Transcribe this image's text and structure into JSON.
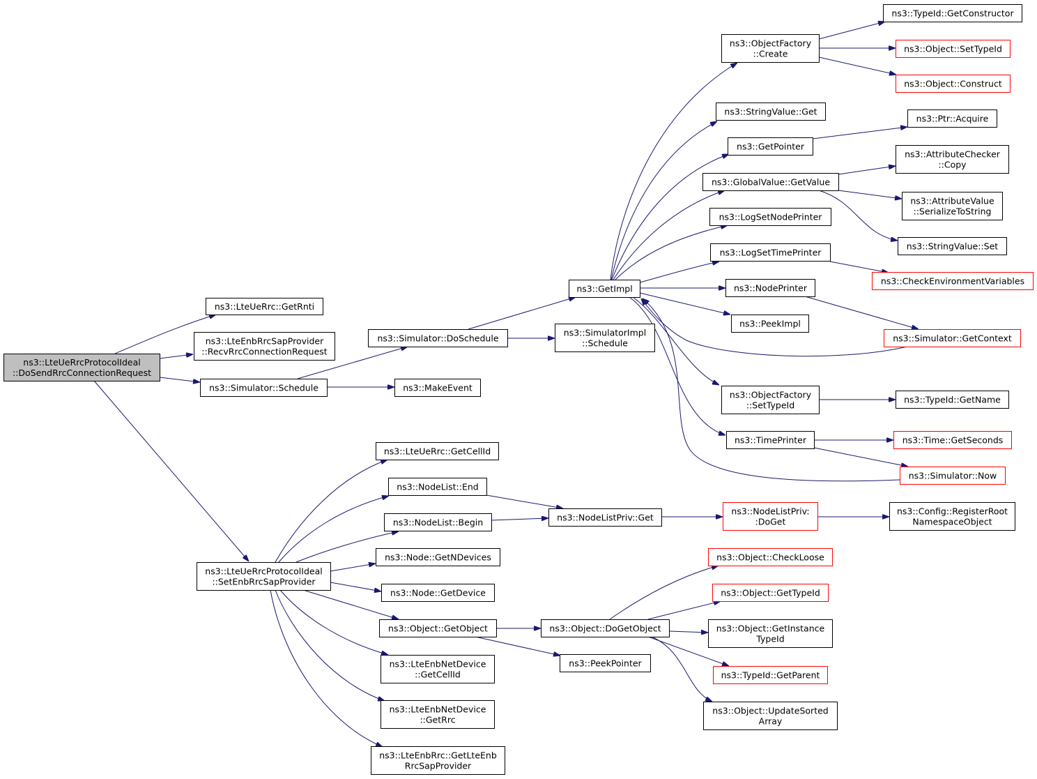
{
  "colors": {
    "edge": "#191970",
    "node_border": "#000000",
    "node_fill": "#ffffff",
    "background": "#ffffff"
  },
  "nodes": [
    {
      "label": [
        "ns3::LteUeRrcProtocolIdeal",
        "::DoSendRrcConnectionRequest"
      ],
      "fill": "#bfbfbf"
    },
    {
      "label": [
        "ns3::LteUeRrc::GetRnti"
      ]
    },
    {
      "label": [
        "ns3::LteEnbRrcSapProvider",
        "::RecvRrcConnectionRequest"
      ]
    },
    {
      "label": [
        "ns3::Simulator::Schedule"
      ]
    },
    {
      "label": [
        "ns3::LteUeRrcProtocolIdeal",
        "::SetEnbRrcSapProvider"
      ]
    },
    {
      "label": [
        "ns3::Simulator::DoSchedule"
      ]
    },
    {
      "label": [
        "ns3::MakeEvent"
      ]
    },
    {
      "label": [
        "ns3::GetImpl"
      ]
    },
    {
      "label": [
        "ns3::SimulatorImpl",
        "::Schedule"
      ]
    },
    {
      "label": [
        "ns3::ObjectFactory",
        "::Create"
      ]
    },
    {
      "label": [
        "ns3::StringValue::Get"
      ]
    },
    {
      "label": [
        "ns3::GetPointer"
      ]
    },
    {
      "label": [
        "ns3::GlobalValue::GetValue"
      ]
    },
    {
      "label": [
        "ns3::LogSetNodePrinter"
      ]
    },
    {
      "label": [
        "ns3::LogSetTimePrinter"
      ]
    },
    {
      "label": [
        "ns3::NodePrinter"
      ]
    },
    {
      "label": [
        "ns3::PeekImpl"
      ]
    },
    {
      "label": [
        "ns3::ObjectFactory",
        "::SetTypeId"
      ]
    },
    {
      "label": [
        "ns3::TimePrinter"
      ]
    },
    {
      "label": [
        "ns3::TypeId::GetConstructor"
      ]
    },
    {
      "label": [
        "ns3::Object::SetTypeId"
      ],
      "border": "#ff0000"
    },
    {
      "label": [
        "ns3::Object::Construct"
      ],
      "border": "#ff0000"
    },
    {
      "label": [
        "ns3::Ptr::Acquire"
      ]
    },
    {
      "label": [
        "ns3::AttributeChecker",
        "::Copy"
      ]
    },
    {
      "label": [
        "ns3::AttributeValue",
        "::SerializeToString"
      ]
    },
    {
      "label": [
        "ns3::StringValue::Set"
      ]
    },
    {
      "label": [
        "ns3::CheckEnvironmentVariables"
      ],
      "border": "#ff0000"
    },
    {
      "label": [
        "ns3::Simulator::GetContext"
      ],
      "border": "#ff0000"
    },
    {
      "label": [
        "ns3::TypeId::GetName"
      ]
    },
    {
      "label": [
        "ns3::Time::GetSeconds"
      ],
      "border": "#ff0000"
    },
    {
      "label": [
        "ns3::Simulator::Now"
      ],
      "border": "#ff0000"
    },
    {
      "label": [
        "ns3::LteUeRrc::GetCellId"
      ]
    },
    {
      "label": [
        "ns3::NodeList::End"
      ]
    },
    {
      "label": [
        "ns3::NodeList::Begin"
      ]
    },
    {
      "label": [
        "ns3::Node::GetNDevices"
      ]
    },
    {
      "label": [
        "ns3::Node::GetDevice"
      ]
    },
    {
      "label": [
        "ns3::Object::GetObject"
      ]
    },
    {
      "label": [
        "ns3::LteEnbNetDevice",
        "::GetCellId"
      ]
    },
    {
      "label": [
        "ns3::LteEnbNetDevice",
        "::GetRrc"
      ]
    },
    {
      "label": [
        "ns3::LteEnbRrc::GetLteEnb",
        "RrcSapProvider"
      ]
    },
    {
      "label": [
        "ns3::NodeListPriv::Get"
      ]
    },
    {
      "label": [
        "ns3::NodeListPriv:",
        ":DoGet"
      ],
      "border": "#ff0000"
    },
    {
      "label": [
        "ns3::Config::RegisterRoot",
        "NamespaceObject"
      ]
    },
    {
      "label": [
        "ns3::Object::DoGetObject"
      ]
    },
    {
      "label": [
        "ns3::PeekPointer"
      ]
    },
    {
      "label": [
        "ns3::Object::CheckLoose"
      ],
      "border": "#ff0000"
    },
    {
      "label": [
        "ns3::Object::GetTypeId"
      ],
      "border": "#ff0000"
    },
    {
      "label": [
        "ns3::Object::GetInstance",
        "TypeId"
      ]
    },
    {
      "label": [
        "ns3::TypeId::GetParent"
      ],
      "border": "#ff0000"
    },
    {
      "label": [
        "ns3::Object::UpdateSorted",
        "Array"
      ]
    }
  ],
  "edges": [
    [
      0,
      1
    ],
    [
      0,
      2
    ],
    [
      0,
      3
    ],
    [
      0,
      4
    ],
    [
      3,
      5
    ],
    [
      3,
      6
    ],
    [
      5,
      7
    ],
    [
      5,
      8
    ],
    [
      7,
      9
    ],
    [
      7,
      10
    ],
    [
      7,
      11
    ],
    [
      7,
      12
    ],
    [
      7,
      13
    ],
    [
      7,
      14
    ],
    [
      7,
      15
    ],
    [
      7,
      16
    ],
    [
      7,
      17
    ],
    [
      7,
      18
    ],
    [
      27,
      7
    ],
    [
      30,
      7
    ],
    [
      9,
      19
    ],
    [
      9,
      20
    ],
    [
      9,
      21
    ],
    [
      11,
      22
    ],
    [
      12,
      23
    ],
    [
      12,
      24
    ],
    [
      12,
      25
    ],
    [
      14,
      26
    ],
    [
      15,
      27
    ],
    [
      17,
      28
    ],
    [
      18,
      29
    ],
    [
      18,
      30
    ],
    [
      4,
      31
    ],
    [
      4,
      32
    ],
    [
      4,
      33
    ],
    [
      4,
      34
    ],
    [
      4,
      35
    ],
    [
      4,
      36
    ],
    [
      4,
      37
    ],
    [
      4,
      38
    ],
    [
      4,
      39
    ],
    [
      32,
      40
    ],
    [
      33,
      40
    ],
    [
      40,
      41
    ],
    [
      41,
      42
    ],
    [
      36,
      43
    ],
    [
      36,
      44
    ],
    [
      43,
      45
    ],
    [
      43,
      46
    ],
    [
      43,
      47
    ],
    [
      43,
      48
    ],
    [
      43,
      49
    ]
  ]
}
